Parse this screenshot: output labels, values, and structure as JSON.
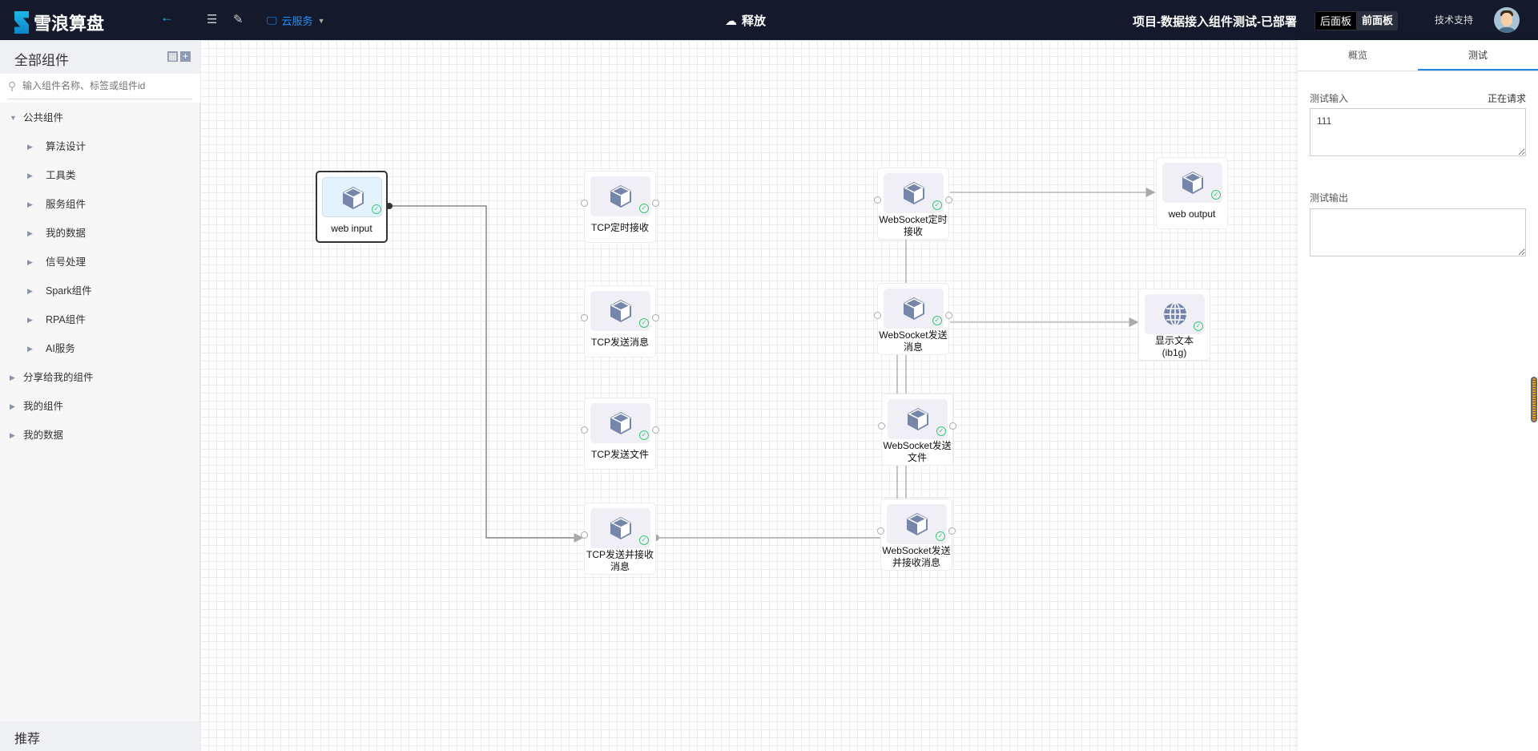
{
  "header": {
    "logo": "雪浪算盘",
    "cloud_service": "云服务",
    "release": "释放",
    "project_title": "项目-数据接入组件测试-已部署",
    "back_panel": "后面板",
    "front_panel": "前面板",
    "support": "技术支持"
  },
  "sidebar": {
    "title": "全部组件",
    "search_placeholder": "输入组件名称、标签或组件id",
    "tree": [
      {
        "label": "公共组件",
        "expanded": true,
        "children": [
          "算法设计",
          "工具类",
          "服务组件",
          "我的数据",
          "信号处理",
          "Spark组件",
          "RPA组件",
          "AI服务"
        ]
      },
      {
        "label": "分享给我的组件"
      },
      {
        "label": "我的组件"
      },
      {
        "label": "我的数据"
      }
    ],
    "footer": "推荐"
  },
  "nodes": {
    "web_input": "web input",
    "tcp_timed": "TCP定时接收",
    "tcp_send_msg": "TCP发送消息",
    "tcp_send_file": "TCP发送文件",
    "tcp_send_recv": "TCP发送并接收消息",
    "ws_timed": "WebSocket定时接收",
    "ws_send_msg": "WebSocket发送消息",
    "ws_send_file": "WebSocket发送文件",
    "ws_send_recv": "WebSocket发送并接收消息",
    "web_output": "web output",
    "display_text": "显示文本(ib1g)"
  },
  "right_panel": {
    "tabs": [
      "概览",
      "测试"
    ],
    "active_tab": "测试",
    "test_input_label": "测试输入",
    "status": "正在请求",
    "test_input_value": "111",
    "test_output_label": "测试输出",
    "test_output_value": ""
  }
}
